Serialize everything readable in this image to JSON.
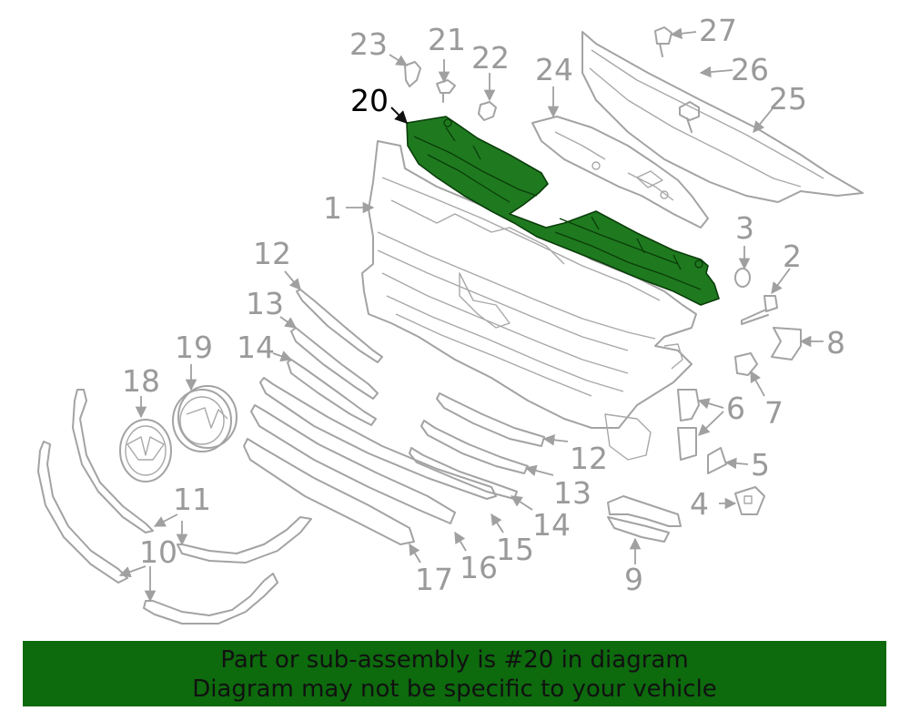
{
  "colors": {
    "highlight": "#1f7a1f",
    "banner": "#0d6a0d",
    "parts": "#a3a3a3",
    "labels": "#9a9a9a"
  },
  "callouts": {
    "c1": "1",
    "c2": "2",
    "c3": "3",
    "c4": "4",
    "c5": "5",
    "c6": "6",
    "c7": "7",
    "c8": "8",
    "c9": "9",
    "c10": "10",
    "c11": "11",
    "c12a": "12",
    "c12b": "12",
    "c13a": "13",
    "c13b": "13",
    "c14a": "14",
    "c14b": "14",
    "c15": "15",
    "c16": "16",
    "c17": "17",
    "c18": "18",
    "c19": "19",
    "c20": "20",
    "c21": "21",
    "c22": "22",
    "c23": "23",
    "c24": "24",
    "c25": "25",
    "c26": "26",
    "c27": "27"
  },
  "highlighted_part": "20",
  "banner": {
    "line1": "Part or sub-assembly is #20 in diagram",
    "line2": "Diagram may not be specific to your vehicle"
  }
}
